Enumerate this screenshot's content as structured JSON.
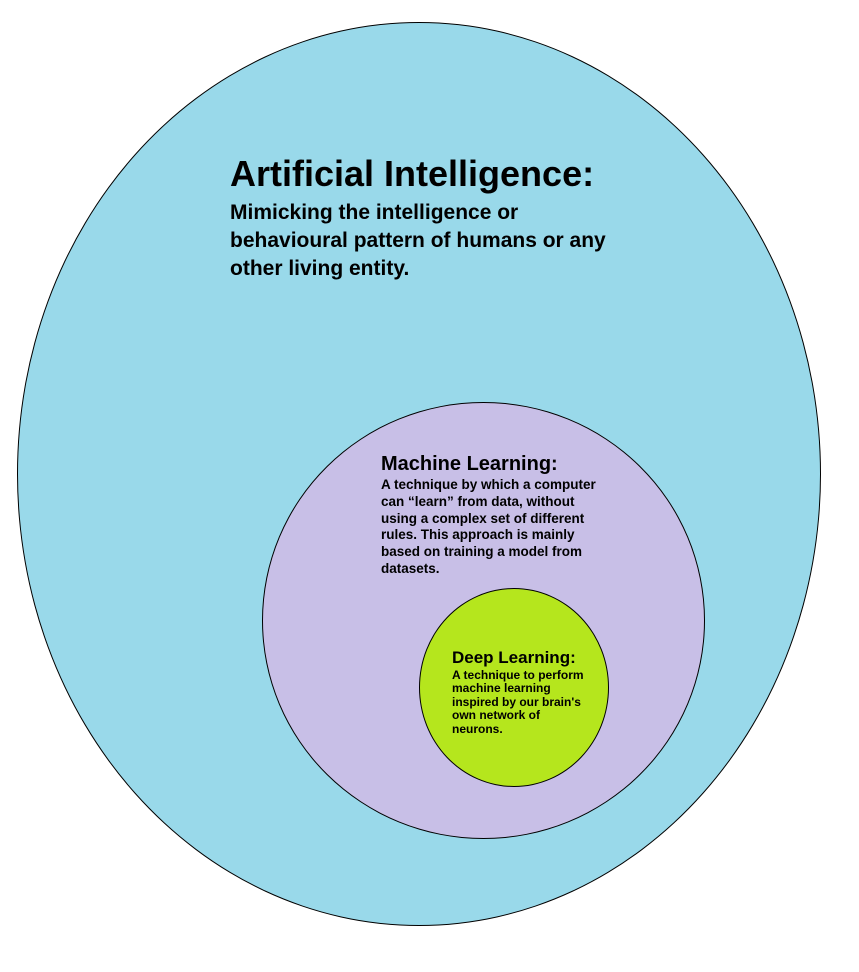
{
  "diagram": {
    "title_implicit": "AI vs Machine Learning vs Deep Learning nested diagram",
    "background_color": "#ffffff",
    "outline_color": "#000000",
    "text_color": "#000000",
    "circles": [
      {
        "id": "artificial-intelligence",
        "title": "Artificial Intelligence:",
        "description": "Mimicking the intelligence or\nbehavioural pattern of humans or any\nother living entity.",
        "fill": "#99D9EA"
      },
      {
        "id": "machine-learning",
        "title": "Machine Learning:",
        "description": "A technique by which a computer\ncan “learn” from data, without\nusing a complex set of different\nrules. This approach is mainly\nbased on training a model from\ndatasets.",
        "fill": "#C8BFE7"
      },
      {
        "id": "deep-learning",
        "title": "Deep Learning:",
        "description": "A technique to perform\nmachine learning\ninspired by our brain's\nown network of\nneurons.",
        "fill": "#B5E61D"
      }
    ]
  }
}
